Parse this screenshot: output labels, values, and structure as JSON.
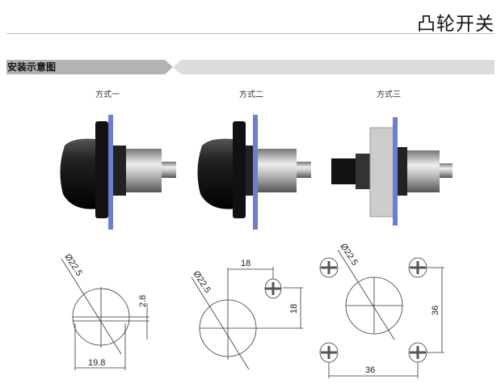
{
  "header": {
    "title": "凸轮开关"
  },
  "section": {
    "title": "安装示意图"
  },
  "methods": [
    {
      "label": "方式一",
      "dims": {
        "diameter": "Ø22.5",
        "width": "19.8",
        "slot": "2.8"
      }
    },
    {
      "label": "方式二",
      "dims": {
        "diameter": "Ø22.5",
        "horizontal": "18",
        "vertical": "18"
      }
    },
    {
      "label": "方式三",
      "dims": {
        "diameter": "Ø22.5",
        "horizontal": "36",
        "vertical": "36"
      }
    }
  ],
  "colors": {
    "banner_dark": "#b3b3b3",
    "banner_light": "#dcdcdc",
    "panel_blue": "#6b7fd0"
  }
}
